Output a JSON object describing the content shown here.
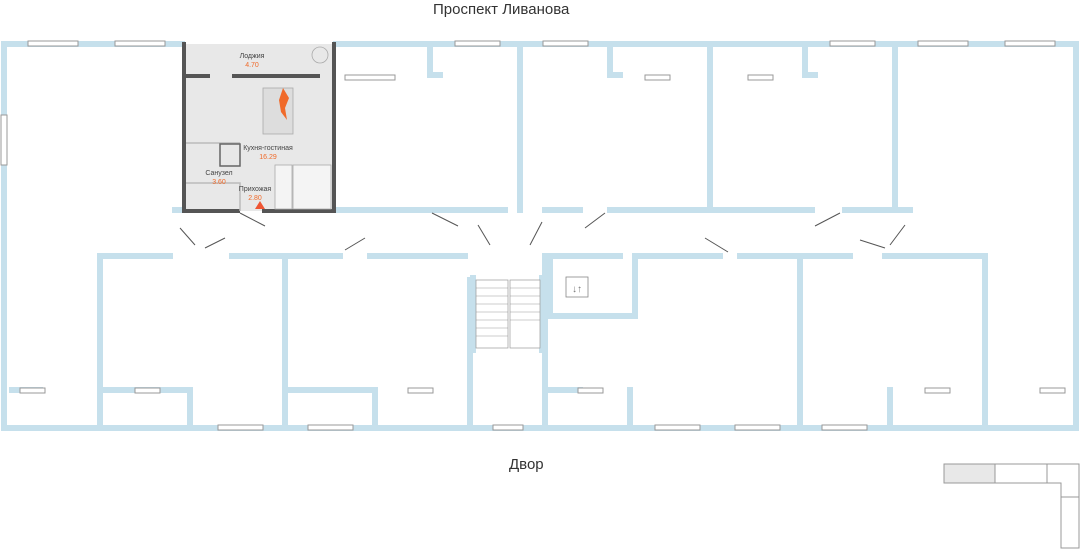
{
  "streets": {
    "top": "Проспект Ливанова",
    "bottom": "Двор"
  },
  "apartment": {
    "rooms": [
      {
        "name": "Лоджия",
        "area": "4.70"
      },
      {
        "name": "Кухня-гостиная",
        "area": "16.29"
      },
      {
        "name": "Санузел",
        "area": "3.60"
      },
      {
        "name": "Прихожая",
        "area": "2.80"
      }
    ]
  },
  "colors": {
    "wall": "#c6e0ec",
    "highlight_wall": "#555555",
    "highlight_fill": "#e8e8e8",
    "accent": "#f06a2a"
  }
}
